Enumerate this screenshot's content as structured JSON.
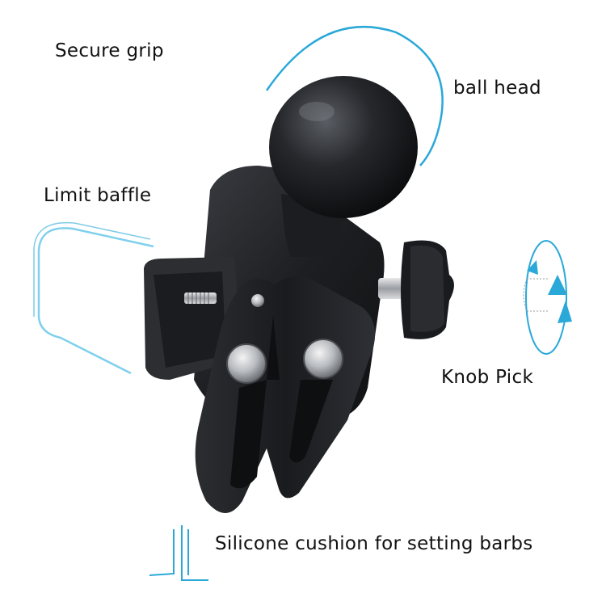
{
  "labels": {
    "secure_grip": "Secure grip",
    "ball_head": "ball head",
    "limit_baffle": "Limit baffle",
    "knob_pick": "Knob Pick",
    "silicone_cushion": "Silicone cushion for setting barbs"
  },
  "colors": {
    "accent": "#2aa8d8",
    "accent_light": "#7fd0ec",
    "metal_dark": "#1a1b1e",
    "text": "#111111"
  }
}
